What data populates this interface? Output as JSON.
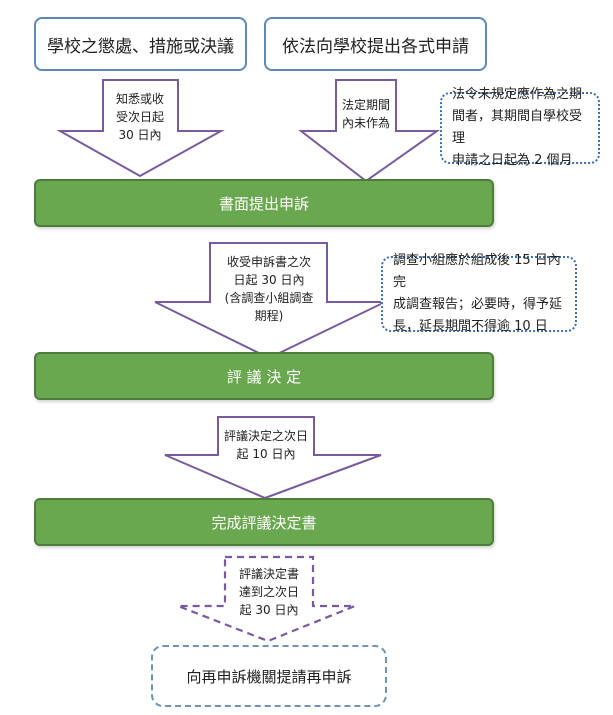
{
  "top_boxes": {
    "left": "學校之懲處、措施或決議",
    "right": "依法向學校提出各式申請"
  },
  "arrows": {
    "a1": "知悉或收\n受次日起\n30 日內",
    "a2": "法定期間\n內未作為",
    "a3": "收受申訴書之次\n日起 30 日內\n(含調查小組調查\n期程)",
    "a4": "評議決定之次日\n起 10 日內",
    "a5": "評議決定書\n達到之次日\n起 30 日內"
  },
  "bars": {
    "b1": "書面提出申訴",
    "b2": "評 議 決 定",
    "b3": "完成評議決定書"
  },
  "notes": {
    "n1": [
      "法令未規定應作為之期",
      "間者，其期間自學校受理",
      "申請之日起為 2 個月"
    ],
    "n2": [
      "調查小組應於組成後 15 日內完",
      "成調查報告；必要時，得予延",
      "長，延長期間不得逾 10 日"
    ]
  },
  "final_box": "向再申訴機關提請再申訴",
  "colors": {
    "arrow_stroke": "#7a5a9e",
    "green_bar": "#6aa84f",
    "box_border": "#5f86b6",
    "note_border": "#3f6fb0"
  }
}
